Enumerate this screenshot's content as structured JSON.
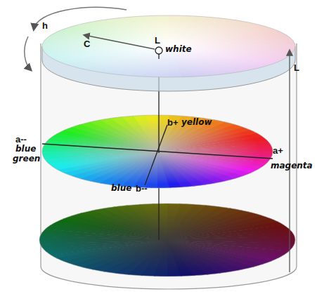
{
  "diagram": {
    "labels": [
      "h",
      "C",
      "L",
      "white",
      "b+",
      "yellow",
      "a--",
      "blue",
      "green",
      "a+",
      "magenta",
      "blue",
      "b--",
      "L"
    ]
  }
}
